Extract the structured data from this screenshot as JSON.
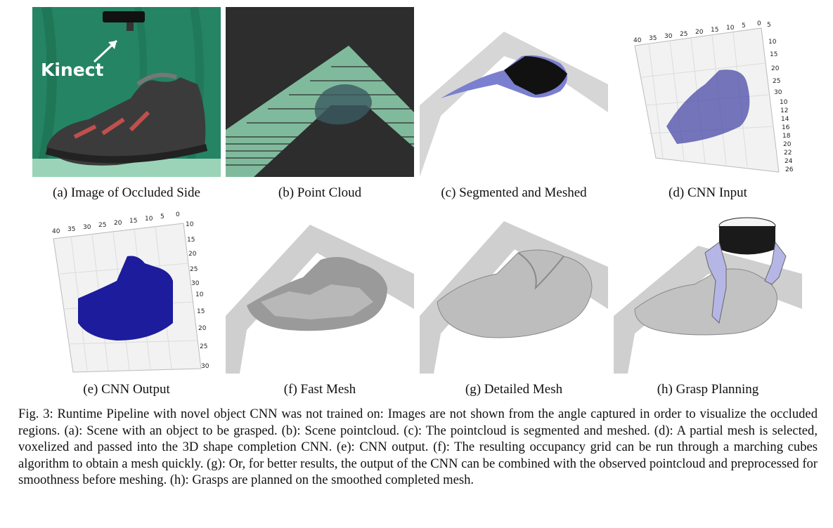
{
  "panels": [
    {
      "caption": "(a) Image of Occluded Side",
      "overlay_label": "Kinect"
    },
    {
      "caption": "(b) Point Cloud"
    },
    {
      "caption": "(c) Segmented and Meshed"
    },
    {
      "caption": "(d) CNN Input",
      "axis_top": [
        "40",
        "35",
        "30",
        "25",
        "20",
        "15",
        "10",
        "5",
        "0"
      ],
      "axis_right_a": [
        "5",
        "10",
        "15",
        "20",
        "25",
        "30"
      ],
      "axis_right_b": [
        "10",
        "12",
        "14",
        "16",
        "18",
        "20",
        "22",
        "24",
        "26"
      ]
    },
    {
      "caption": "(e) CNN Output",
      "axis_top": [
        "40",
        "35",
        "30",
        "25",
        "20",
        "15",
        "10",
        "5",
        "0"
      ],
      "axis_right_a": [
        "10",
        "15",
        "20",
        "25",
        "30"
      ],
      "axis_right_b": [
        "10",
        "15",
        "20",
        "25",
        "30"
      ]
    },
    {
      "caption": "(f) Fast Mesh"
    },
    {
      "caption": "(g) Detailed Mesh"
    },
    {
      "caption": "(h) Grasp Planning"
    }
  ],
  "figure_caption": "Fig. 3: Runtime Pipeline with novel object CNN was not trained on: Images are not shown from the angle captured in order to visualize the occluded regions. (a): Scene with an object to be grasped. (b): Scene pointcloud. (c): The pointcloud is segmented and meshed. (d): A partial mesh is selected, voxelized and passed into the 3D shape completion CNN. (e): CNN output. (f): The resulting occupancy grid can be run through a marching cubes algorithm to obtain a mesh quickly. (g): Or, for better results, the output of the CNN can be combined with the observed pointcloud and preprocessed for smoothness before meshing. (h): Grasps are planned on the smoothed completed mesh."
}
